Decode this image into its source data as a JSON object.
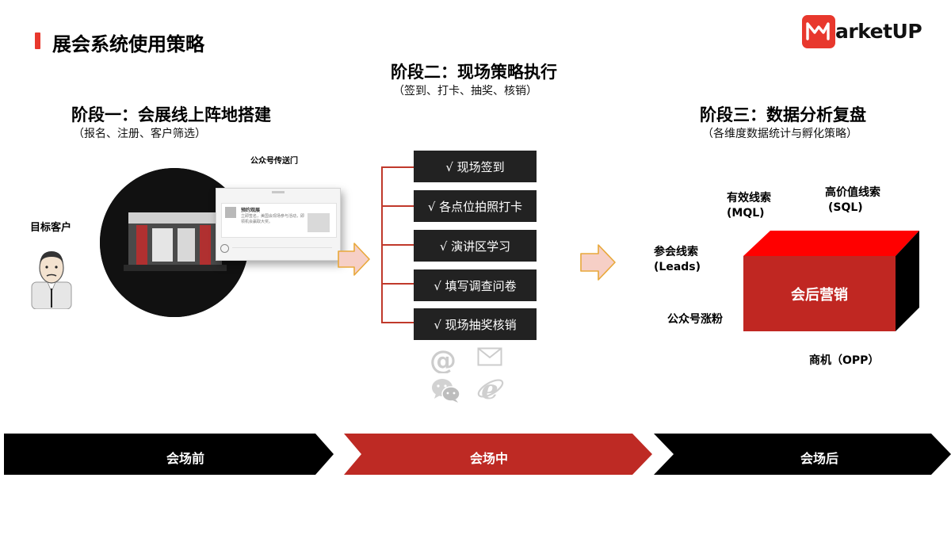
{
  "page": {
    "title": "展会系统使用策略"
  },
  "logo": {
    "text": "arketUP"
  },
  "stages": {
    "one": {
      "title": "阶段一：会展线上阵地搭建",
      "subtitle": "（报名、注册、客户筛选）"
    },
    "two": {
      "title": "阶段二：现场策略执行",
      "subtitle": "（签到、打卡、抽奖、核销）"
    },
    "three": {
      "title": "阶段三：数据分析复盘",
      "subtitle": "（各维度数据统计与孵化策略）"
    }
  },
  "stage1": {
    "target_label": "目标客户",
    "portal_label": "公众号传送门",
    "card_title": "预约观展",
    "card_text": "立即签名，美国会现场参与活动，即领机会赢取大奖。"
  },
  "steps": [
    {
      "label": "√ 现场签到"
    },
    {
      "label": "√ 各点位拍照打卡"
    },
    {
      "label": "√ 演讲区学习"
    },
    {
      "label": "√ 填写调查问卷"
    },
    {
      "label": "√ 现场抽奖核销"
    }
  ],
  "channel_icons": [
    "at-icon",
    "mail-icon",
    "wechat-icon",
    "ie-icon"
  ],
  "funnel": {
    "leads": [
      "参会线索",
      "(Leads)"
    ],
    "mql": [
      "有效线索",
      "(MQL)"
    ],
    "sql": [
      "高价值线索",
      "(SQL)"
    ],
    "fans": "公众号涨粉",
    "opp": "商机（OPP）",
    "cube_label": "会后营销"
  },
  "phases": [
    {
      "label": "会场前"
    },
    {
      "label": "会场中"
    },
    {
      "label": "会场后"
    }
  ],
  "colors": {
    "accent": "#e8382d",
    "dark": "#000000",
    "phase_mid": "#be2a24",
    "box": "#222222"
  }
}
